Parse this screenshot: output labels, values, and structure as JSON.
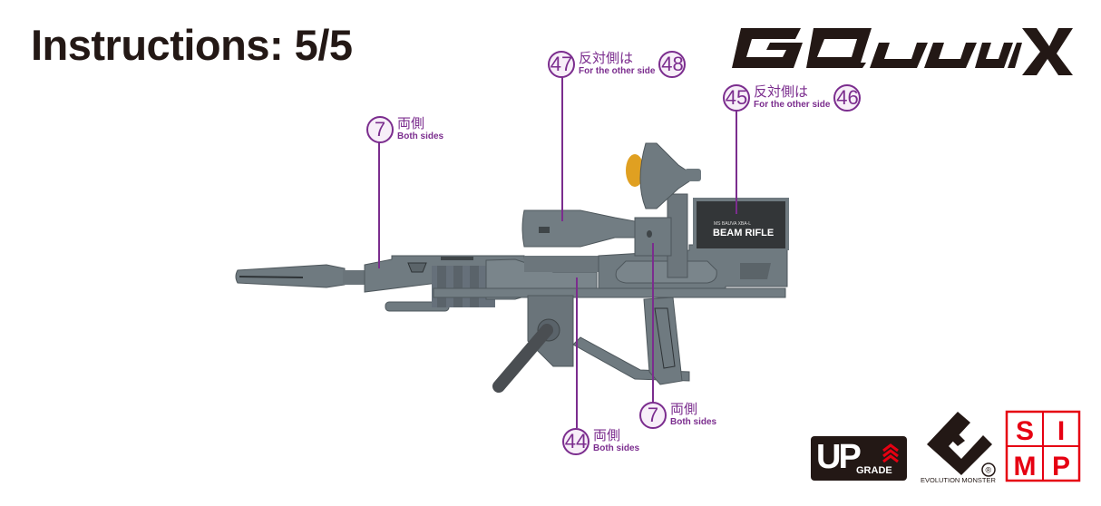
{
  "page": {
    "title": "Instructions: 5/5",
    "brand_logo_text": "GQuuuuuuX"
  },
  "colors": {
    "callout_purple": "#7b2d8e",
    "callout_fill": "#f7eef8",
    "gun_gray": "#6f7a80",
    "gun_dark": "#3f4548",
    "accent_yellow": "#e0a021",
    "simp_red": "#e60012",
    "title_black": "#231815"
  },
  "callouts": [
    {
      "id": "c7-top",
      "number": "7",
      "jp": "両側",
      "en": "Both sides"
    },
    {
      "id": "c47",
      "number": "47",
      "jp": "反対側は",
      "en": "For the other side",
      "pair_number": "48"
    },
    {
      "id": "c45",
      "number": "45",
      "jp": "反対側は",
      "en": "For the other side",
      "pair_number": "46"
    },
    {
      "id": "c7-bottom",
      "number": "7",
      "jp": "両側",
      "en": "Both sides"
    },
    {
      "id": "c44",
      "number": "44",
      "jp": "両側",
      "en": "Both sides"
    }
  ],
  "rifle": {
    "label_small": "MS BAUVA XBA-L",
    "label_big": "BEAM RIFLE"
  },
  "logos": {
    "upgrade_up": "UP",
    "upgrade_grade": "GRADE",
    "evolution_monster": "EVOLUTION MONSTER",
    "evo_registered": "®",
    "simp_letters": [
      "S",
      "I",
      "M",
      "P"
    ]
  }
}
